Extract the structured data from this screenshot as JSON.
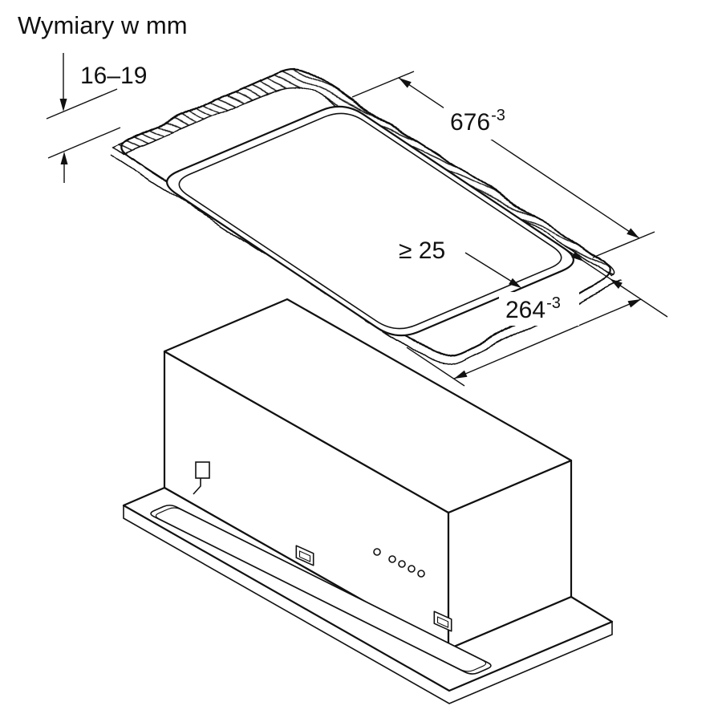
{
  "title": "Wymiary w mm",
  "dimensions": {
    "panel_thickness": "16–19",
    "cutout_length": {
      "value": "676",
      "tolerance": "-3"
    },
    "min_clearance": "≥ 25",
    "cutout_width": {
      "value": "264",
      "tolerance": "-3"
    }
  },
  "colors": {
    "line": "#111111",
    "background": "#ffffff"
  }
}
